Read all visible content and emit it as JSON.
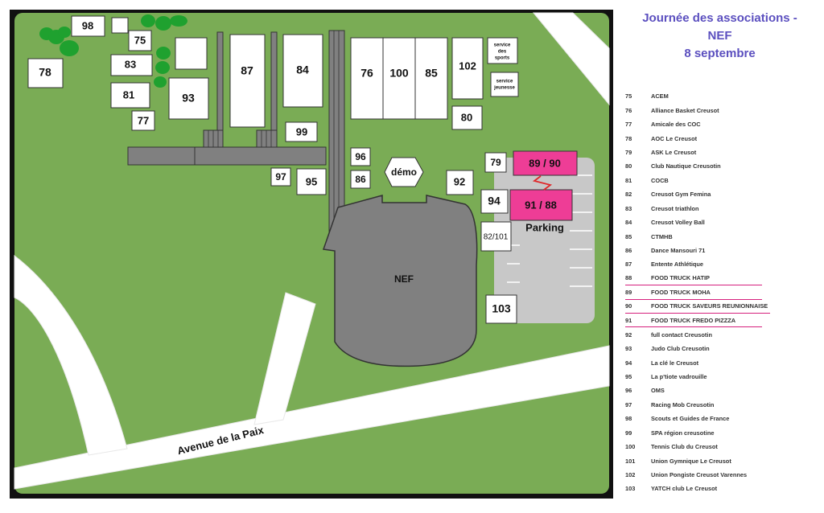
{
  "sidebar": {
    "title_line1": "Journée des associations -",
    "title_line2": "NEF",
    "title_line3": "8 septembre",
    "title_color": "#5b4fbf",
    "legend": [
      {
        "num": "75",
        "label": "ACEM"
      },
      {
        "num": "76",
        "label": "Alliance Basket Creusot"
      },
      {
        "num": "77",
        "label": "Amicale des COC"
      },
      {
        "num": "78",
        "label": "AOC Le Creusot"
      },
      {
        "num": "79",
        "label": "ASK Le Creusot"
      },
      {
        "num": "80",
        "label": "Club Nautique Creusotin"
      },
      {
        "num": "81",
        "label": "COCB"
      },
      {
        "num": "82",
        "label": "Creusot Gym Femina"
      },
      {
        "num": "83",
        "label": "Creusot triathlon"
      },
      {
        "num": "84",
        "label": "Creusot Volley Ball"
      },
      {
        "num": "85",
        "label": "CTMHB"
      },
      {
        "num": "86",
        "label": "Dance Mansouri 71"
      },
      {
        "num": "87",
        "label": "Entente Athlétique"
      },
      {
        "num": "88",
        "label": "FOOD TRUCK HATIP",
        "highlight": true
      },
      {
        "num": "89",
        "label": "FOOD TRUCK MOHA",
        "highlight": true
      },
      {
        "num": "90",
        "label": "FOOD TRUCK SAVEURS REUNIONNAISE",
        "highlight": true
      },
      {
        "num": "91",
        "label": "FOOD TRUCK FREDO PIZZZA",
        "highlight": true
      },
      {
        "num": "92",
        "label": "full contact Creusotin"
      },
      {
        "num": "93",
        "label": "Judo Club Creusotin"
      },
      {
        "num": "94",
        "label": "La clé le Creusot"
      },
      {
        "num": "95",
        "label": "La p'tiote vadrouille"
      },
      {
        "num": "96",
        "label": "OMS"
      },
      {
        "num": "97",
        "label": "Racing Mob Creusotin"
      },
      {
        "num": "98",
        "label": "Scouts et Guides de France"
      },
      {
        "num": "99",
        "label": "SPA région creusotine"
      },
      {
        "num": "100",
        "label": "Tennis Club du Creusot"
      },
      {
        "num": "101",
        "label": "Union Gymnique Le Creusot"
      },
      {
        "num": "102",
        "label": "Union Pongiste Creusot Varennes"
      },
      {
        "num": "103",
        "label": "YATCH club Le Creusot"
      }
    ]
  },
  "map": {
    "colors": {
      "grass": "#7aac55",
      "road": "#ffffff",
      "building": "#808080",
      "parking": "#c8c8c8",
      "food": "#ee3d96",
      "tree": "#1fa12f"
    },
    "stands": {
      "s75": "75",
      "s76": "76",
      "s77": "77",
      "s78": "78",
      "s79": "79",
      "s80": "80",
      "s81": "81",
      "s83": "83",
      "s84": "84",
      "s85": "85",
      "s86": "86",
      "s87": "87",
      "s92": "92",
      "s93": "93",
      "s94": "94",
      "s95": "95",
      "s96": "96",
      "s97": "97",
      "s98": "98",
      "s99": "99",
      "s100": "100",
      "s102": "102",
      "s103": "103",
      "s82_101": "82/101"
    },
    "food_trucks": {
      "top": "89 / 90",
      "bottom": "91 / 88"
    },
    "services": {
      "sports_l1": "service",
      "sports_l2": "des",
      "sports_l3": "sports",
      "jeunesse_l1": "service",
      "jeunesse_l2": "jeunesse"
    },
    "labels": {
      "demo": "démo",
      "nef": "NEF",
      "parking": "Parking",
      "road": "Avenue de la Paix"
    }
  }
}
